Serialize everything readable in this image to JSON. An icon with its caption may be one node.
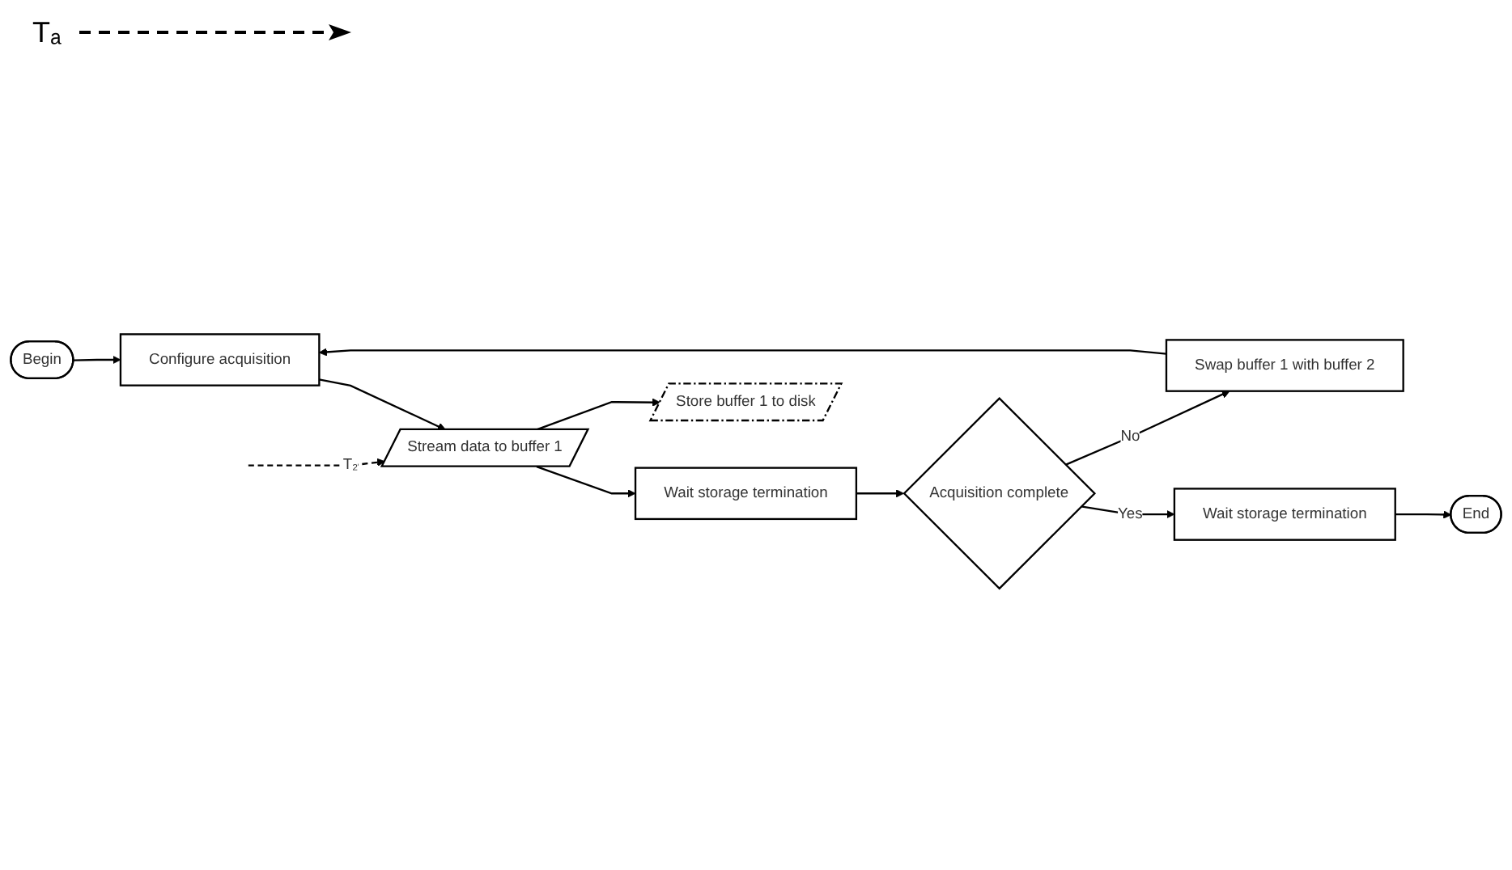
{
  "diagram": {
    "nodes": [
      {
        "text": [
          "Begin"
        ]
      },
      {
        "text": [
          "Configure acquisition"
        ]
      },
      {
        "text": [
          "Stream data to buffer 1"
        ]
      },
      {
        "text": [
          "Wait storage termination"
        ]
      },
      {
        "text": [
          "Store buffer 1 to disk"
        ]
      },
      {
        "text": [
          "Acquisition complete"
        ]
      },
      {
        "text": [
          "Wait storage termination"
        ]
      },
      {
        "text": [
          "End"
        ]
      },
      {
        "text": [
          "Swap buffer 1 with buffer 2"
        ]
      }
    ],
    "edges": [
      {
        "from": 0,
        "to": 1,
        "arrow": "to"
      },
      {
        "from": 1,
        "to": 2,
        "arrow": "to"
      },
      {
        "from": 2,
        "to": 3,
        "arrow": "to"
      },
      {
        "from": 2,
        "to": 4,
        "arrow": "to"
      },
      {
        "from": 3,
        "to": 5,
        "arrow": "to"
      },
      {
        "from": 5,
        "to": 6,
        "label": "Yes",
        "arrow": "to"
      },
      {
        "from": 6,
        "to": 7,
        "arrow": "to"
      },
      {
        "from": 5,
        "to": 8,
        "label": "No",
        "arrow": "to"
      },
      {
        "from": 8,
        "to": 1,
        "arrow": "to"
      },
      {
        "from": null,
        "to": 2,
        "label": "T₂",
        "arrow": "to",
        "style": "dashed"
      }
    ],
    "labels": [
      "Tₐ"
    ]
  }
}
